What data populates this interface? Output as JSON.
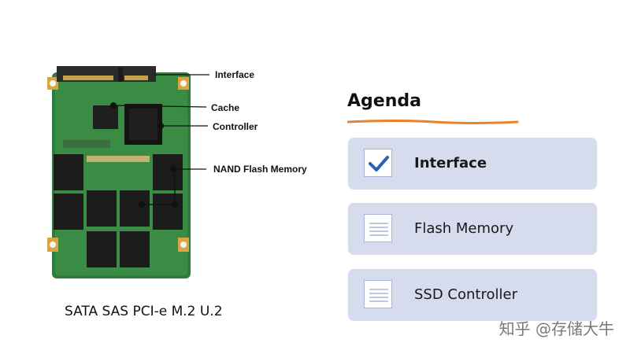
{
  "diagram": {
    "callouts": {
      "interface": "Interface",
      "cache": "Cache",
      "controller": "Controller",
      "nand": "NAND Flash Memory"
    },
    "caption": "SATA SAS PCI-e M.2 U.2"
  },
  "agenda": {
    "title": "Agenda",
    "accent_color": "#e8822e",
    "items": [
      {
        "label": "Interface",
        "icon": "checkmark-icon",
        "state": "done"
      },
      {
        "label": "Flash Memory",
        "icon": "list-lines-icon",
        "state": "pending"
      },
      {
        "label": "SSD Controller",
        "icon": "list-lines-icon",
        "state": "pending"
      }
    ]
  },
  "watermark": "知乎 @存储大牛",
  "colors": {
    "pcb_green": "#2f7d3a",
    "card_bg": "#d6dbee",
    "check_blue": "#2f5fb0"
  }
}
